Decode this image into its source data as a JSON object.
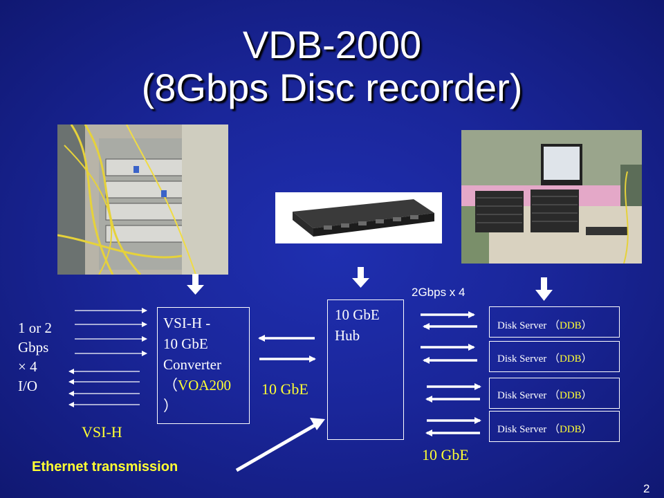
{
  "title": {
    "line1": "VDB-2000",
    "line2": "(8Gbps Disc recorder)"
  },
  "left_io": {
    "line1": "1 or 2",
    "line2": "Gbps",
    "line3": "× 4",
    "line4": "I/O",
    "bus_label": "VSI-H"
  },
  "converter": {
    "line1": "VSI-H -",
    "line2": "10 GbE",
    "line3": "Converter",
    "line4_prefix": "（",
    "line4_model": "VOA200",
    "line5": "）",
    "link_label": "10 GbE"
  },
  "hub": {
    "line1": "10 GbE",
    "line2": "Hub",
    "rate_label": "2Gbps x 4",
    "link_label": "10 GbE"
  },
  "disk_servers": [
    {
      "label": "Disk Server （",
      "model": "DDB",
      "close": "）"
    },
    {
      "label": "Disk Server （",
      "model": "DDB",
      "close": "）"
    },
    {
      "label": "Disk Server （",
      "model": "DDB",
      "close": "）"
    },
    {
      "label": "Disk Server （",
      "model": "DDB",
      "close": "）"
    }
  ],
  "ethernet_label": "Ethernet transmission",
  "slide_number": "2",
  "colors": {
    "background": "#1a269a",
    "accent_yellow": "#ffff33",
    "text": "#ffffff"
  }
}
